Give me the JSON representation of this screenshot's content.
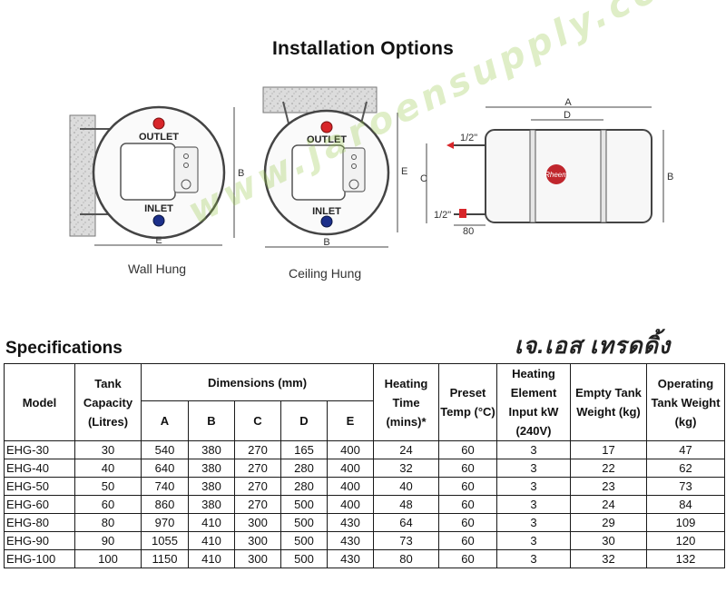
{
  "title": "Installation Options",
  "diagrams": {
    "wall_hung": {
      "caption": "Wall Hung",
      "outlet": "OUTLET",
      "inlet": "INLET",
      "dim_e": "E",
      "dim_b": "B"
    },
    "ceiling_hung": {
      "caption": "Ceiling Hung",
      "outlet": "OUTLET",
      "inlet": "INLET",
      "dim_b": "B",
      "dim_e": "E",
      "dim_c": "C"
    },
    "side": {
      "dim_a": "A",
      "dim_d": "D",
      "dim_b": "B",
      "dim_80": "80",
      "pipe_top": "1/2\"",
      "pipe_bottom": "1/2\"",
      "logo": "Rheem"
    }
  },
  "watermark": "www.jaroensupply.com",
  "brand_thai": "เจ.เอส เทรดดิ้ง",
  "specs": {
    "title": "Specifications",
    "headers": {
      "model": "Model",
      "capacity": "Tank Capacity (Litres)",
      "dimensions": "Dimensions (mm)",
      "dims": [
        "A",
        "B",
        "C",
        "D",
        "E"
      ],
      "heating_time": "Heating Time (mins)*",
      "preset_temp": "Preset Temp (°C)",
      "element": "Heating Element Input kW (240V)",
      "empty_weight": "Empty Tank Weight (kg)",
      "operating_weight": "Operating Tank Weight (kg)"
    },
    "rows": [
      [
        "EHG-30",
        "30",
        "540",
        "380",
        "270",
        "165",
        "400",
        "24",
        "60",
        "3",
        "17",
        "47"
      ],
      [
        "EHG-40",
        "40",
        "640",
        "380",
        "270",
        "280",
        "400",
        "32",
        "60",
        "3",
        "22",
        "62"
      ],
      [
        "EHG-50",
        "50",
        "740",
        "380",
        "270",
        "280",
        "400",
        "40",
        "60",
        "3",
        "23",
        "73"
      ],
      [
        "EHG-60",
        "60",
        "860",
        "380",
        "270",
        "500",
        "400",
        "48",
        "60",
        "3",
        "24",
        "84"
      ],
      [
        "EHG-80",
        "80",
        "970",
        "410",
        "300",
        "500",
        "430",
        "64",
        "60",
        "3",
        "29",
        "109"
      ],
      [
        "EHG-90",
        "90",
        "1055",
        "410",
        "300",
        "500",
        "430",
        "73",
        "60",
        "3",
        "30",
        "120"
      ],
      [
        "EHG-100",
        "100",
        "1150",
        "410",
        "300",
        "500",
        "430",
        "80",
        "60",
        "3",
        "32",
        "132"
      ]
    ]
  },
  "colors": {
    "outlet": "#d8262a",
    "inlet": "#1c2f8a",
    "logo": "#c0262d",
    "watermark": "#8fc34a"
  }
}
